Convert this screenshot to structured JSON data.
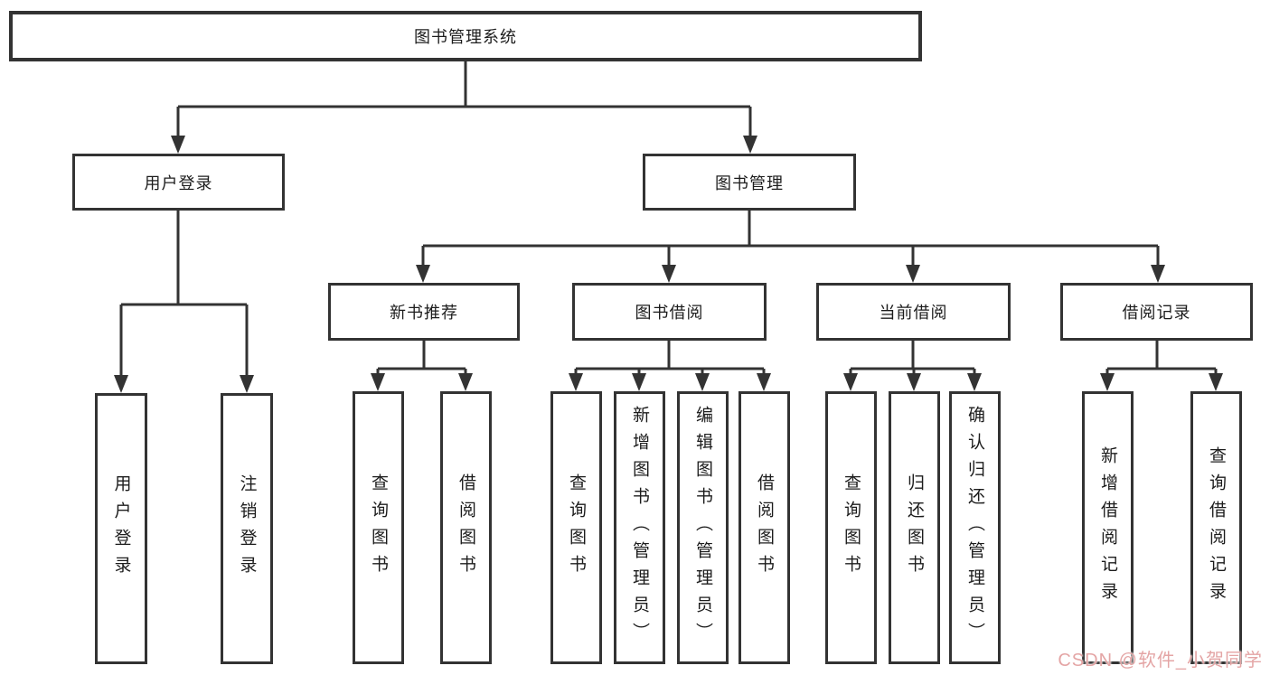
{
  "tree": {
    "root": {
      "label": "图书管理系统"
    },
    "branches": [
      {
        "label": "用户登录",
        "children": [
          {
            "label": "用户登录"
          },
          {
            "label": "注销登录"
          }
        ]
      },
      {
        "label": "图书管理",
        "children": [
          {
            "label": "新书推荐",
            "children": [
              {
                "label": "查询图书"
              },
              {
                "label": "借阅图书"
              }
            ]
          },
          {
            "label": "图书借阅",
            "children": [
              {
                "label": "查询图书"
              },
              {
                "label": "新增图书（管理员）"
              },
              {
                "label": "编辑图书（管理员）"
              },
              {
                "label": "借阅图书"
              }
            ]
          },
          {
            "label": "当前借阅",
            "children": [
              {
                "label": "查询图书"
              },
              {
                "label": "归还图书"
              },
              {
                "label": "确认归还（管理员）"
              }
            ]
          },
          {
            "label": "借阅记录",
            "children": [
              {
                "label": "新增借阅记录"
              },
              {
                "label": "查询借阅记录"
              }
            ]
          }
        ]
      }
    ]
  },
  "watermark": {
    "text": "CSDN @软件_小贺同学"
  },
  "colors": {
    "line": "#333333",
    "box_background": "#ffffff",
    "text": "#1c1c1c",
    "watermark": "#e4a5a5"
  }
}
